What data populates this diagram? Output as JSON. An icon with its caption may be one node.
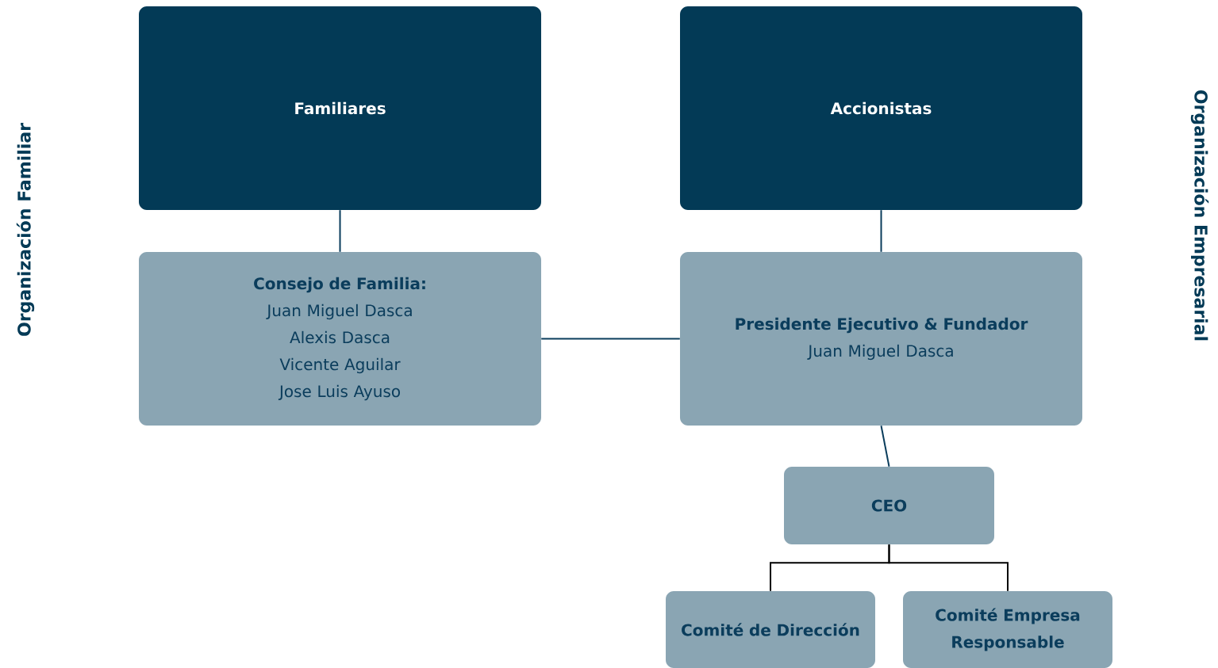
{
  "diagram": {
    "nodes": [
      {
        "text": [
          "Familiares"
        ]
      },
      {
        "text": [
          "Accionistas"
        ]
      },
      {
        "text": [
          "Consejo de Familia:",
          "Juan Miguel Dasca",
          "Alexis Dasca",
          "Vicente Aguilar",
          "Jose Luis Ayuso"
        ]
      },
      {
        "text": [
          "Presidente Ejecutivo & Fundador",
          "Juan Miguel Dasca"
        ]
      },
      {
        "text": [
          "CEO"
        ]
      },
      {
        "text": [
          "Comité de Dirección"
        ]
      },
      {
        "text": [
          "Comité Empresa Responsable"
        ]
      }
    ],
    "edges": [
      {
        "from": 0,
        "to": 2,
        "arrow": "none"
      },
      {
        "from": 1,
        "to": 3,
        "arrow": "none"
      },
      {
        "from": 2,
        "to": 3,
        "arrow": "none"
      },
      {
        "from": 3,
        "to": 4,
        "arrow": "none"
      },
      {
        "from": 4,
        "to": 5,
        "arrow": "none",
        "color": "#000000"
      },
      {
        "from": 4,
        "to": 6,
        "arrow": "none",
        "color": "#000000"
      }
    ],
    "labels": [
      "Organización Familiar",
      "Organización Empresarial"
    ]
  }
}
